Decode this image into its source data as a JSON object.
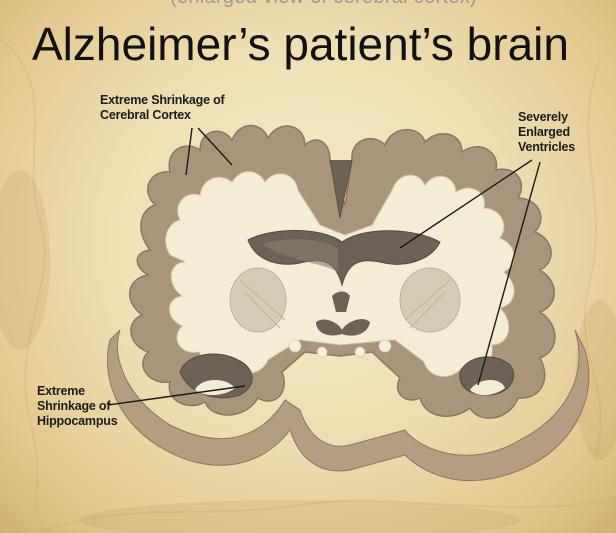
{
  "slide": {
    "title": "Alzheimer’s patient’s brain",
    "top_text_cut": "(enlarged view of cerebral cortex)"
  },
  "labels": {
    "cortex": "Extreme Shrinkage of\nCerebral Cortex",
    "ventricles": "Severely\nEnlarged\nVentricles",
    "hippocampus": "Extreme\nShrinkage of\nHippocampus"
  },
  "colors": {
    "background": "#f1e3b8",
    "tissue_light": "#f5ecd6",
    "cortex_gray": "#a8957b",
    "cortex_edge": "#8a7862",
    "cavity_dark": "#6e6256"
  }
}
